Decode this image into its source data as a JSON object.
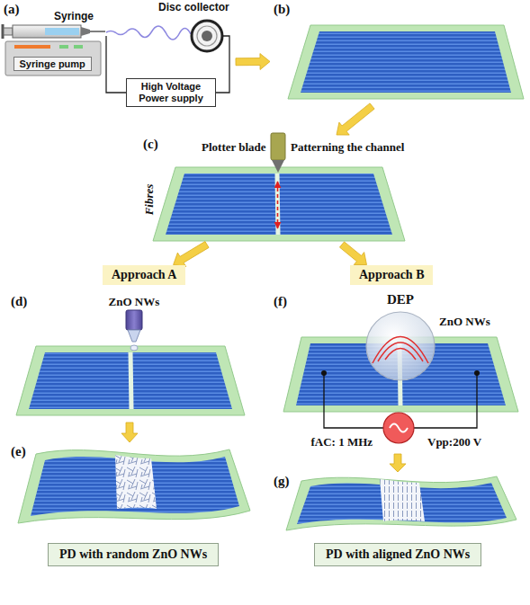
{
  "diagram": {
    "nodes": [
      {
        "text": [
          "(a)"
        ]
      },
      {
        "text": [
          "Syringe pump"
        ],
        "in": 0
      },
      {
        "text": [
          "High Voltage Power supply"
        ],
        "in": 0
      },
      {
        "text": [
          "(b)"
        ]
      },
      {
        "text": [
          "(c)"
        ]
      },
      {
        "text": [
          "Approach A"
        ]
      },
      {
        "text": [
          "Approach B"
        ]
      },
      {
        "text": [
          "(d)"
        ]
      },
      {
        "text": [
          "(f)"
        ]
      },
      {
        "text": [
          "(e)"
        ]
      },
      {
        "text": [
          "(g)"
        ]
      },
      {
        "text": [
          "PD with random ZnO NWs"
        ]
      },
      {
        "text": [
          "PD with aligned ZnO NWs"
        ]
      }
    ],
    "edges": [
      {
        "from": 0,
        "to": 3,
        "arrow": "to"
      },
      {
        "from": 3,
        "to": 4,
        "arrow": "to"
      },
      {
        "from": 4,
        "to": 5,
        "arrow": "to"
      },
      {
        "from": 4,
        "to": 6,
        "arrow": "to"
      },
      {
        "from": 7,
        "to": 9,
        "arrow": "to"
      },
      {
        "from": 8,
        "to": 10,
        "arrow": "to"
      }
    ],
    "labels": [
      "Syringe",
      "Disc collector",
      "Plotter blade",
      "Patterning the channel",
      "Fibres",
      "ZnO NWs",
      "DEP",
      "ZnO NWs",
      "fAC: 1 MHz",
      "Vpp:200 V"
    ]
  }
}
